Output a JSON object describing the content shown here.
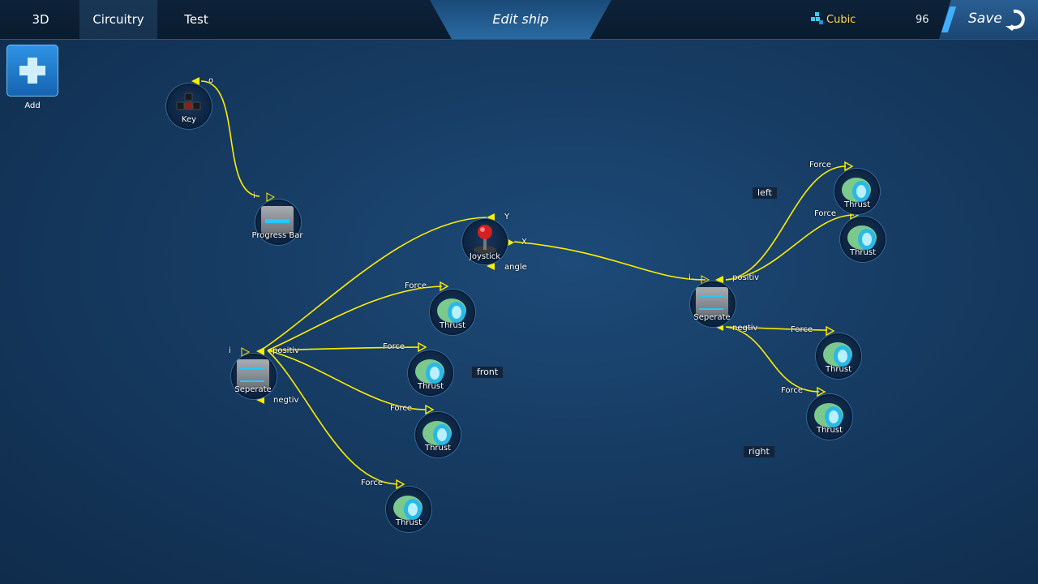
{
  "header": {
    "tabs": [
      {
        "label": "3D",
        "active": false
      },
      {
        "label": "Circuitry",
        "active": true
      },
      {
        "label": "Test",
        "active": false
      }
    ],
    "title": "Edit ship",
    "currency_icon": "cubic-icon",
    "currency_label": "Cubic",
    "count": "96",
    "save_label": "Save"
  },
  "toolbar": {
    "add_label": "Add"
  },
  "nodes": {
    "key": {
      "label": "Key",
      "port_out": "o"
    },
    "progress_bar": {
      "label": "Progress Bar",
      "port_in": "i"
    },
    "joystick": {
      "label": "Joystick",
      "port_y": "Y",
      "port_x": "X",
      "port_angle": "angle"
    },
    "seperate_left": {
      "label": "Seperate",
      "port_in": "i",
      "port_pos": "positiv",
      "port_neg": "negtiv"
    },
    "seperate_right": {
      "label": "Seperate",
      "port_in": "i",
      "port_pos": "positiv",
      "port_neg": "negtiv"
    },
    "thrusters": [
      {
        "label": "Thrust",
        "port": "Force"
      },
      {
        "label": "Thrust",
        "port": "Force"
      },
      {
        "label": "Thrust",
        "port": "Force"
      },
      {
        "label": "Thrust",
        "port": "Force"
      },
      {
        "label": "Thrust",
        "port": "Force"
      },
      {
        "label": "Thrust",
        "port": "Force"
      },
      {
        "label": "Thrust",
        "port": "Force"
      },
      {
        "label": "Thrust",
        "port": "Force"
      }
    ]
  },
  "group_labels": {
    "front": "front",
    "left": "left",
    "right": "right"
  },
  "colors": {
    "wire": "#ffee00",
    "accent": "#3fb0ff",
    "currency": "#ffd84a"
  }
}
